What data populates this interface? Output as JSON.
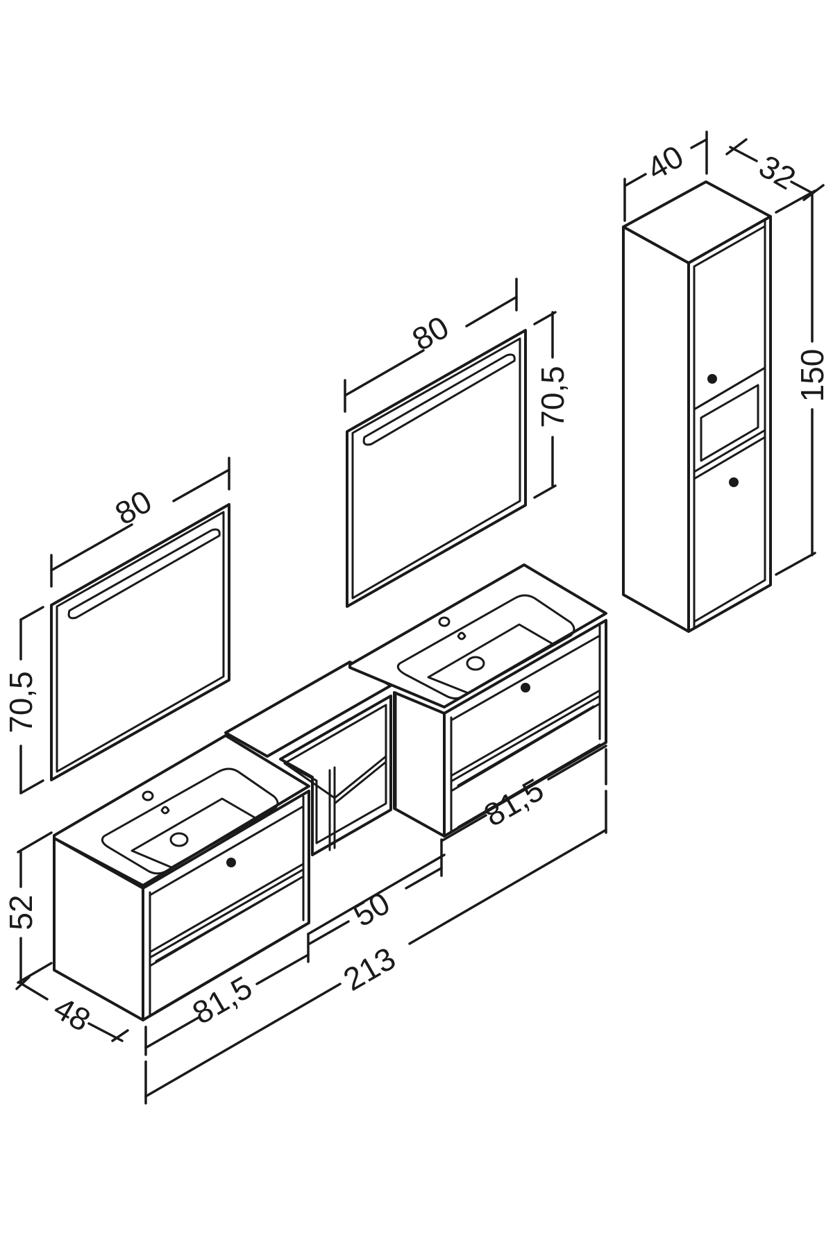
{
  "dimensions": {
    "left_mirror_width": "80",
    "left_mirror_height": "70,5",
    "center_mirror_width": "80",
    "center_mirror_height": "70,5",
    "tall_cabinet_width": "40",
    "tall_cabinet_depth": "32",
    "tall_cabinet_height": "150",
    "vanity_height": "52",
    "vanity_depth": "48",
    "left_vanity_width": "81,5",
    "shelf_width": "50",
    "right_vanity_width": "81,5",
    "total_width": "213"
  },
  "colors": {
    "line": "#1a1a1a",
    "background": "#ffffff"
  }
}
